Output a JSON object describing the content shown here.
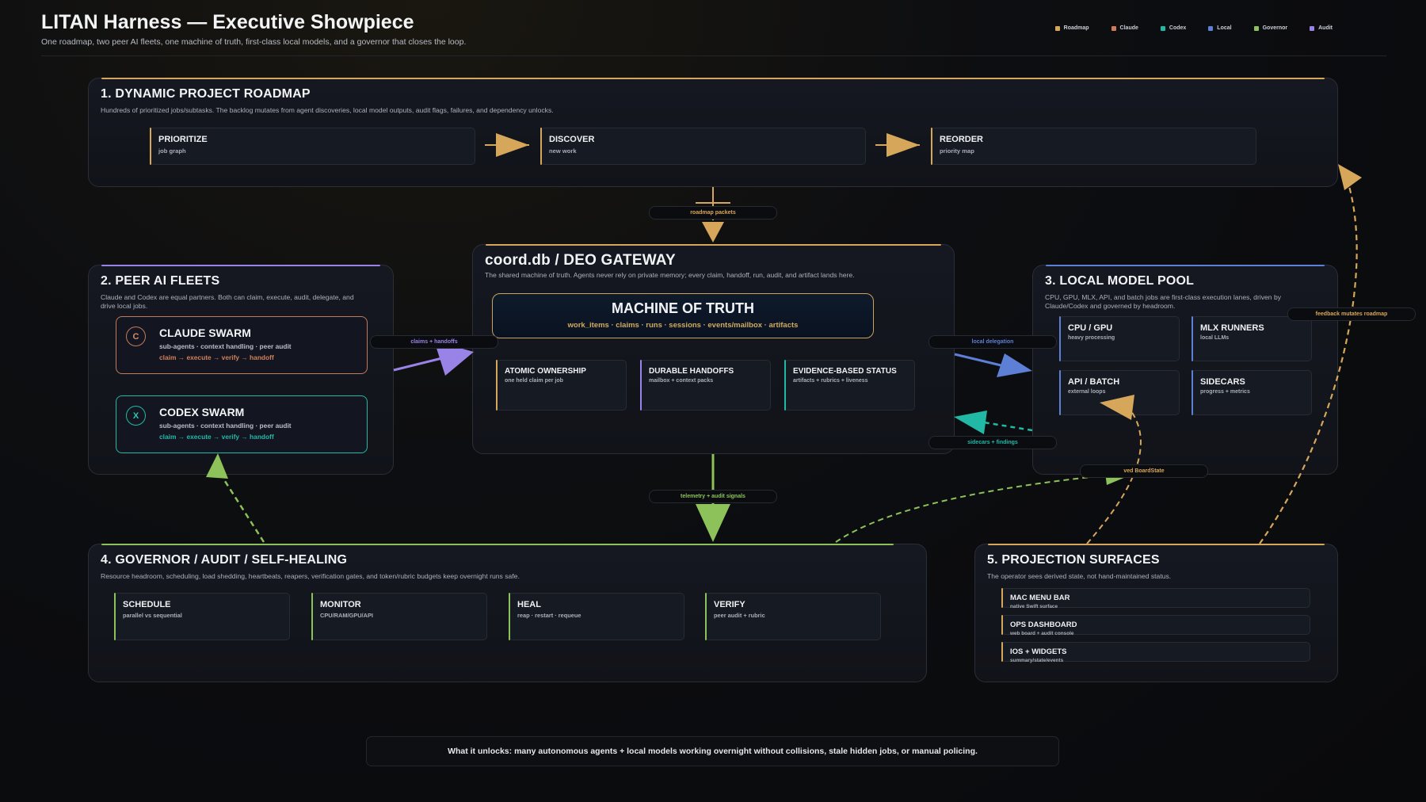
{
  "header": {
    "title": "LITAN Harness — Executive Showpiece",
    "subtitle": "One roadmap, two peer AI fleets, one machine of truth, first-class local models, and a governor that closes the loop."
  },
  "legend": [
    {
      "label": "Roadmap",
      "color": "#d6a75a"
    },
    {
      "label": "Claude",
      "color": "#d07a57"
    },
    {
      "label": "Codex",
      "color": "#22b8a6"
    },
    {
      "label": "Local",
      "color": "#5d7fd6"
    },
    {
      "label": "Governor",
      "color": "#8dc25a"
    },
    {
      "label": "Audit",
      "color": "#9a83e6"
    }
  ],
  "roadmap": {
    "title": "1. DYNAMIC PROJECT ROADMAP",
    "desc": "Hundreds of prioritized jobs/subtasks. The backlog mutates from agent discoveries, local model outputs, audit flags, failures, and dependency unlocks.",
    "steps": [
      {
        "title": "PRIORITIZE",
        "sub": "job graph"
      },
      {
        "title": "DISCOVER",
        "sub": "new work"
      },
      {
        "title": "REORDER",
        "sub": "priority map"
      }
    ]
  },
  "fleets": {
    "title": "2. PEER AI FLEETS",
    "desc": "Claude and Codex are equal partners. Both can claim, execute, audit, delegate, and drive local jobs.",
    "claude": {
      "icon": "C",
      "title": "CLAUDE SWARM",
      "sub": "sub-agents · context handling · peer audit",
      "flow": "claim → execute → verify → handoff"
    },
    "codex": {
      "icon": "X",
      "title": "CODEX SWARM",
      "sub": "sub-agents · context handling · peer audit",
      "flow": "claim → execute → verify → handoff"
    }
  },
  "gateway": {
    "title": "coord.db / DEO GATEWAY",
    "desc": "The shared machine of truth. Agents never rely on private memory; every claim, handoff, run, audit, and artifact lands here.",
    "mot_title": "MACHINE OF TRUTH",
    "mot_sub": "work_items · claims · runs · sessions · events/mailbox · artifacts",
    "cards": [
      {
        "title": "ATOMIC OWNERSHIP",
        "sub": "one held claim per job"
      },
      {
        "title": "DURABLE HANDOFFS",
        "sub": "mailbox + context packs"
      },
      {
        "title": "EVIDENCE-BASED STATUS",
        "sub": "artifacts + rubrics + liveness"
      }
    ]
  },
  "local": {
    "title": "3. LOCAL MODEL POOL",
    "desc": "CPU, GPU, MLX, API, and batch jobs are first-class execution lanes, driven by Claude/Codex and governed by headroom.",
    "cards": [
      {
        "title": "CPU / GPU",
        "sub": "heavy processing"
      },
      {
        "title": "MLX RUNNERS",
        "sub": "local LLMs"
      },
      {
        "title": "API / BATCH",
        "sub": "external loops"
      },
      {
        "title": "SIDECARS",
        "sub": "progress + metrics"
      }
    ]
  },
  "governor": {
    "title": "4. GOVERNOR / AUDIT / SELF-HEALING",
    "desc": "Resource headroom, scheduling, load shedding, heartbeats, reapers, verification gates, and token/rubric budgets keep overnight runs safe.",
    "cards": [
      {
        "title": "SCHEDULE",
        "sub": "parallel vs sequential"
      },
      {
        "title": "MONITOR",
        "sub": "CPU/RAM/GPU/API"
      },
      {
        "title": "HEAL",
        "sub": "reap · restart · requeue"
      },
      {
        "title": "VERIFY",
        "sub": "peer audit + rubric"
      }
    ]
  },
  "projection": {
    "title": "5. PROJECTION SURFACES",
    "desc": "The operator sees derived state, not hand-maintained status.",
    "cards": [
      {
        "title": "MAC MENU BAR",
        "sub": "native Swift surface"
      },
      {
        "title": "OPS DASHBOARD",
        "sub": "web board + audit console"
      },
      {
        "title": "IOS + WIDGETS",
        "sub": "summary/state/events"
      }
    ]
  },
  "pills": {
    "roadmap_packets": "roadmap packets",
    "claims_handoffs": "claims + handoffs",
    "local_delegation": "local delegation",
    "sidecars_findings": "sidecars + findings",
    "telemetry": "telemetry + audit signals",
    "feedback": "feedback mutates roadmap",
    "boardstate": "ved BoardState"
  },
  "footer": "What it unlocks: many autonomous agents + local models working overnight without collisions, stale hidden jobs, or manual policing."
}
